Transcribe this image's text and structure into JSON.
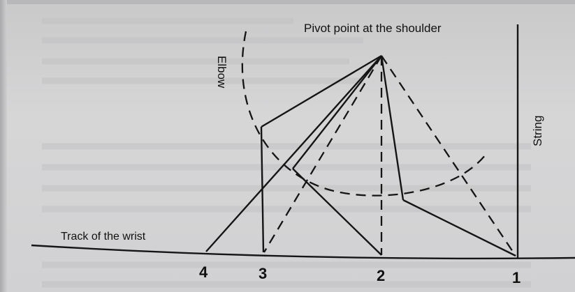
{
  "diagram": {
    "title": "Pivot point at the shoulder",
    "labels": {
      "elbow": "Elbow",
      "string": "String",
      "track": "Track of the wrist"
    },
    "positions": [
      "4",
      "3",
      "2",
      "1"
    ]
  }
}
